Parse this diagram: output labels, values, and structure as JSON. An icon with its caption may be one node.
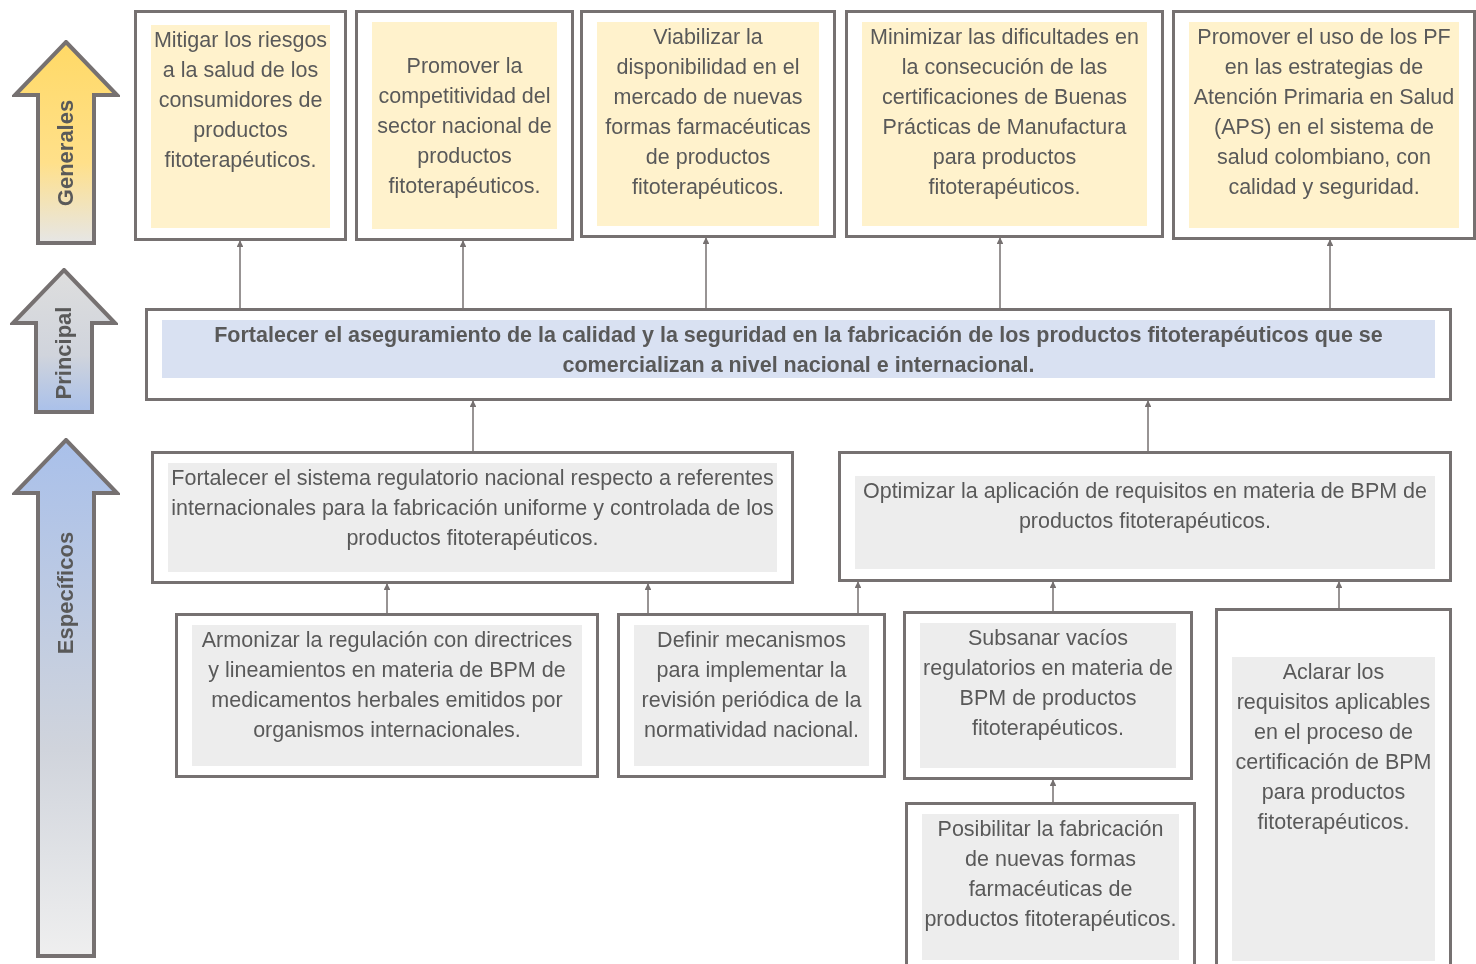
{
  "diagram": {
    "nodes": [
      {
        "text": [
          "Generales"
        ]
      },
      {
        "text": [
          "Principal"
        ]
      },
      {
        "text": [
          "Específicos"
        ]
      },
      {
        "text": [
          "Mitigar los riesgos a la salud de los consumidores de productos fitoterapéuticos."
        ]
      },
      {
        "text": [
          "Promover la competitividad del sector nacional de productos fitoterapéuticos."
        ]
      },
      {
        "text": [
          "Viabilizar la disponibilidad en el mercado de nuevas formas farmacéuticas de productos fitoterapéuticos."
        ]
      },
      {
        "text": [
          "Minimizar las dificultades en la consecución de las certificaciones de Buenas Prácticas de Manufactura para productos fitoterapéuticos."
        ]
      },
      {
        "text": [
          "Promover el uso de los PF en las estrategias de Atención Primaria en Salud (APS) en el sistema de salud colombiano, con calidad y seguridad."
        ]
      },
      {
        "text": [
          "Fortalecer el aseguramiento de la calidad y la seguridad en la fabricación de los productos fitoterapéuticos que se comercializan a nivel nacional e internacional."
        ]
      },
      {
        "text": [
          "Fortalecer el sistema regulatorio nacional respecto a referentes internacionales para la fabricación uniforme y controlada de los productos fitoterapéuticos."
        ]
      },
      {
        "text": [
          "Optimizar la aplicación de requisitos en materia de BPM de productos fitoterapéuticos."
        ]
      },
      {
        "text": [
          "Armonizar la regulación con directrices y lineamientos en materia de BPM de medicamentos herbales emitidos por organismos internacionales."
        ]
      },
      {
        "text": [
          "Definir mecanismos para implementar la revisión periódica de la normatividad nacional."
        ]
      },
      {
        "text": [
          "Subsanar vacíos regulatorios en materia de BPM de productos fitoterapéuticos."
        ]
      },
      {
        "text": [
          "Posibilitar la fabricación de nuevas formas farmacéuticas de productos fitoterapéuticos."
        ]
      },
      {
        "text": [
          "Aclarar los requisitos aplicables en el proceso de certificación de BPM para productos fitoterapéuticos."
        ]
      }
    ],
    "edges": [
      {
        "from": 8,
        "to": 3,
        "arrow": "to"
      },
      {
        "from": 8,
        "to": 4,
        "arrow": "to"
      },
      {
        "from": 8,
        "to": 5,
        "arrow": "to"
      },
      {
        "from": 8,
        "to": 6,
        "arrow": "to"
      },
      {
        "from": 8,
        "to": 7,
        "arrow": "to"
      },
      {
        "from": 9,
        "to": 8,
        "arrow": "to"
      },
      {
        "from": 10,
        "to": 8,
        "arrow": "to"
      },
      {
        "from": 11,
        "to": 9,
        "arrow": "to"
      },
      {
        "from": 12,
        "to": 9,
        "arrow": "to"
      },
      {
        "from": 12,
        "to": 10,
        "arrow": "to"
      },
      {
        "from": 13,
        "to": 10,
        "arrow": "to"
      },
      {
        "from": 15,
        "to": 10,
        "arrow": "to"
      },
      {
        "from": 14,
        "to": 13,
        "arrow": "to"
      }
    ]
  }
}
